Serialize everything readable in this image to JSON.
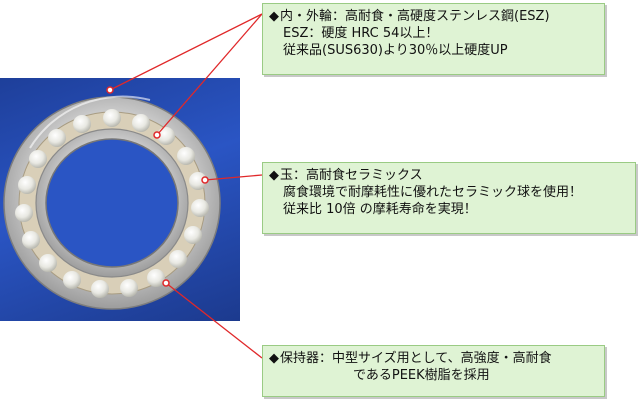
{
  "callouts": [
    {
      "lines": [
        "内・外輪：高耐食・高硬度ステンレス鋼(ESZ)",
        "ESZ：硬度 HRC 54以上！",
        "従来品(SUS630)より30％以上硬度UP"
      ]
    },
    {
      "lines": [
        "玉：高耐食セラミックス",
        "腐食環境で耐摩耗性に優れたセラミック球を使用！",
        "従来比 10倍 の摩耗寿命を実現！"
      ]
    },
    {
      "lines": [
        "保持器：中型サイズ用として、高強度・高耐食",
        "であるPEEK樹脂を採用"
      ]
    }
  ],
  "colors": {
    "callout_fill": "#dff3d4",
    "callout_border": "#9acb84",
    "leader_line": "#e0282a",
    "photo_background": "#2a55c4"
  }
}
